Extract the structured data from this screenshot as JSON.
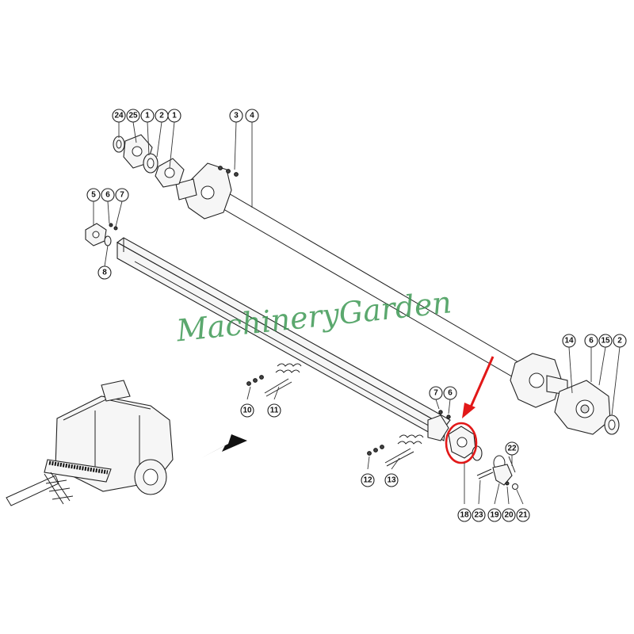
{
  "watermark": "MachineryGarden",
  "highlight_color": "#e21818",
  "watermark_color": "#3f9a55",
  "callouts": {
    "c24": "24",
    "c25": "25",
    "c1a": "1",
    "c2a": "2",
    "c1b": "1",
    "c3": "3",
    "c4": "4",
    "c5": "5",
    "c6a": "6",
    "c7a": "7",
    "c8": "8",
    "c14": "14",
    "c6b": "6",
    "c15": "15",
    "c2b": "2",
    "c7b": "7",
    "c6c": "6",
    "c10": "10",
    "c11": "11",
    "c12": "12",
    "c13": "13",
    "c22": "22",
    "c18": "18",
    "c23": "23",
    "c19": "19",
    "c20": "20",
    "c21": "21"
  }
}
